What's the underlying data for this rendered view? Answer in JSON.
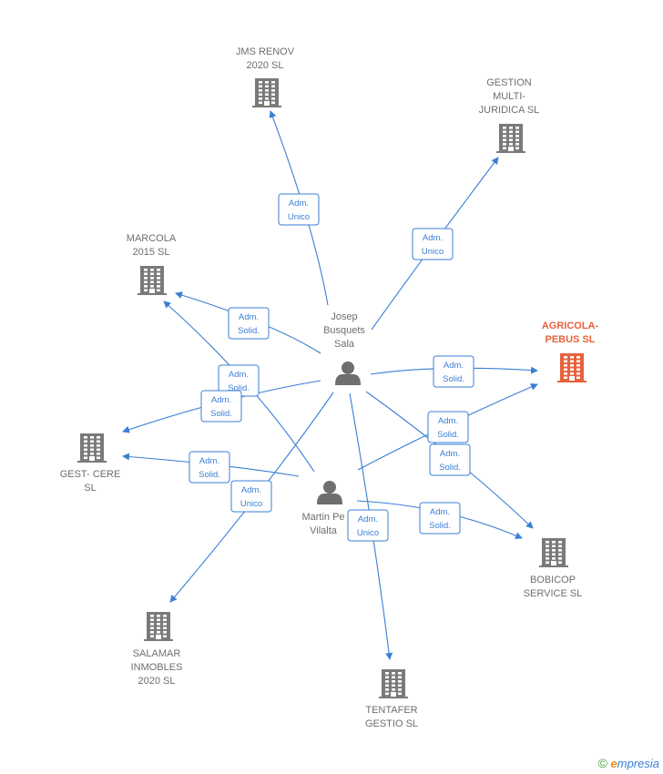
{
  "colors": {
    "edge": "#3a7fd5",
    "company": "#7a7a7a",
    "main_company": "#e8603c",
    "person": "#6e6e6e",
    "label": "#6e6e6e"
  },
  "nodes": [
    {
      "id": "jms",
      "type": "company",
      "label": [
        "JMS RENOV",
        "2020  SL"
      ]
    },
    {
      "id": "gestion",
      "type": "company",
      "label": [
        "GESTION",
        "MULTI-",
        "JURIDICA  SL"
      ]
    },
    {
      "id": "marcola",
      "type": "company",
      "label": [
        "MARCOLA",
        "2015  SL"
      ]
    },
    {
      "id": "agricola",
      "type": "main_company",
      "label": [
        "AGRICOLA-",
        "PEBUS  SL"
      ]
    },
    {
      "id": "gest",
      "type": "company",
      "label": [
        "GEST- CERE",
        "SL"
      ]
    },
    {
      "id": "bobicop",
      "type": "company",
      "label": [
        "BOBICOP",
        "SERVICE  SL"
      ]
    },
    {
      "id": "salamar",
      "type": "company",
      "label": [
        "SALAMAR",
        "INMOBLES",
        "2020  SL"
      ]
    },
    {
      "id": "tentafer",
      "type": "company",
      "label": [
        "TENTAFER",
        "GESTIO  SL"
      ]
    },
    {
      "id": "josep",
      "type": "person",
      "label": [
        "Josep",
        "Busquets",
        "Sala"
      ]
    },
    {
      "id": "martin",
      "type": "person",
      "label": [
        "Martin Pe",
        "Vilalta"
      ]
    }
  ],
  "edges": [
    {
      "from": "josep",
      "to": "jms",
      "role": [
        "Adm.",
        "Unico"
      ]
    },
    {
      "from": "josep",
      "to": "gestion",
      "role": [
        "Adm.",
        "Unico"
      ]
    },
    {
      "from": "josep",
      "to": "marcola",
      "role": [
        "Adm.",
        "Solid."
      ]
    },
    {
      "from": "martin",
      "to": "marcola",
      "role": [
        "Adm.",
        "Solid."
      ]
    },
    {
      "from": "josep",
      "to": "gest",
      "role": [
        "Adm.",
        "Solid."
      ]
    },
    {
      "from": "martin",
      "to": "gest",
      "role": [
        "Adm.",
        "Solid."
      ]
    },
    {
      "from": "josep",
      "to": "agricola",
      "role": [
        "Adm.",
        "Solid."
      ]
    },
    {
      "from": "martin",
      "to": "agricola",
      "role": [
        "Adm.",
        "Solid."
      ]
    },
    {
      "from": "josep",
      "to": "bobicop",
      "role": [
        "Adm.",
        "Solid."
      ]
    },
    {
      "from": "martin",
      "to": "bobicop",
      "role": [
        "Adm.",
        "Solid."
      ]
    },
    {
      "from": "josep",
      "to": "salamar",
      "role": [
        "Adm.",
        "Unico"
      ]
    },
    {
      "from": "josep",
      "to": "tentafer",
      "role": [
        "Adm.",
        "Unico"
      ]
    }
  ],
  "footer": {
    "copyright": "©",
    "brand_initial": "e",
    "brand_rest": "mpresia"
  }
}
